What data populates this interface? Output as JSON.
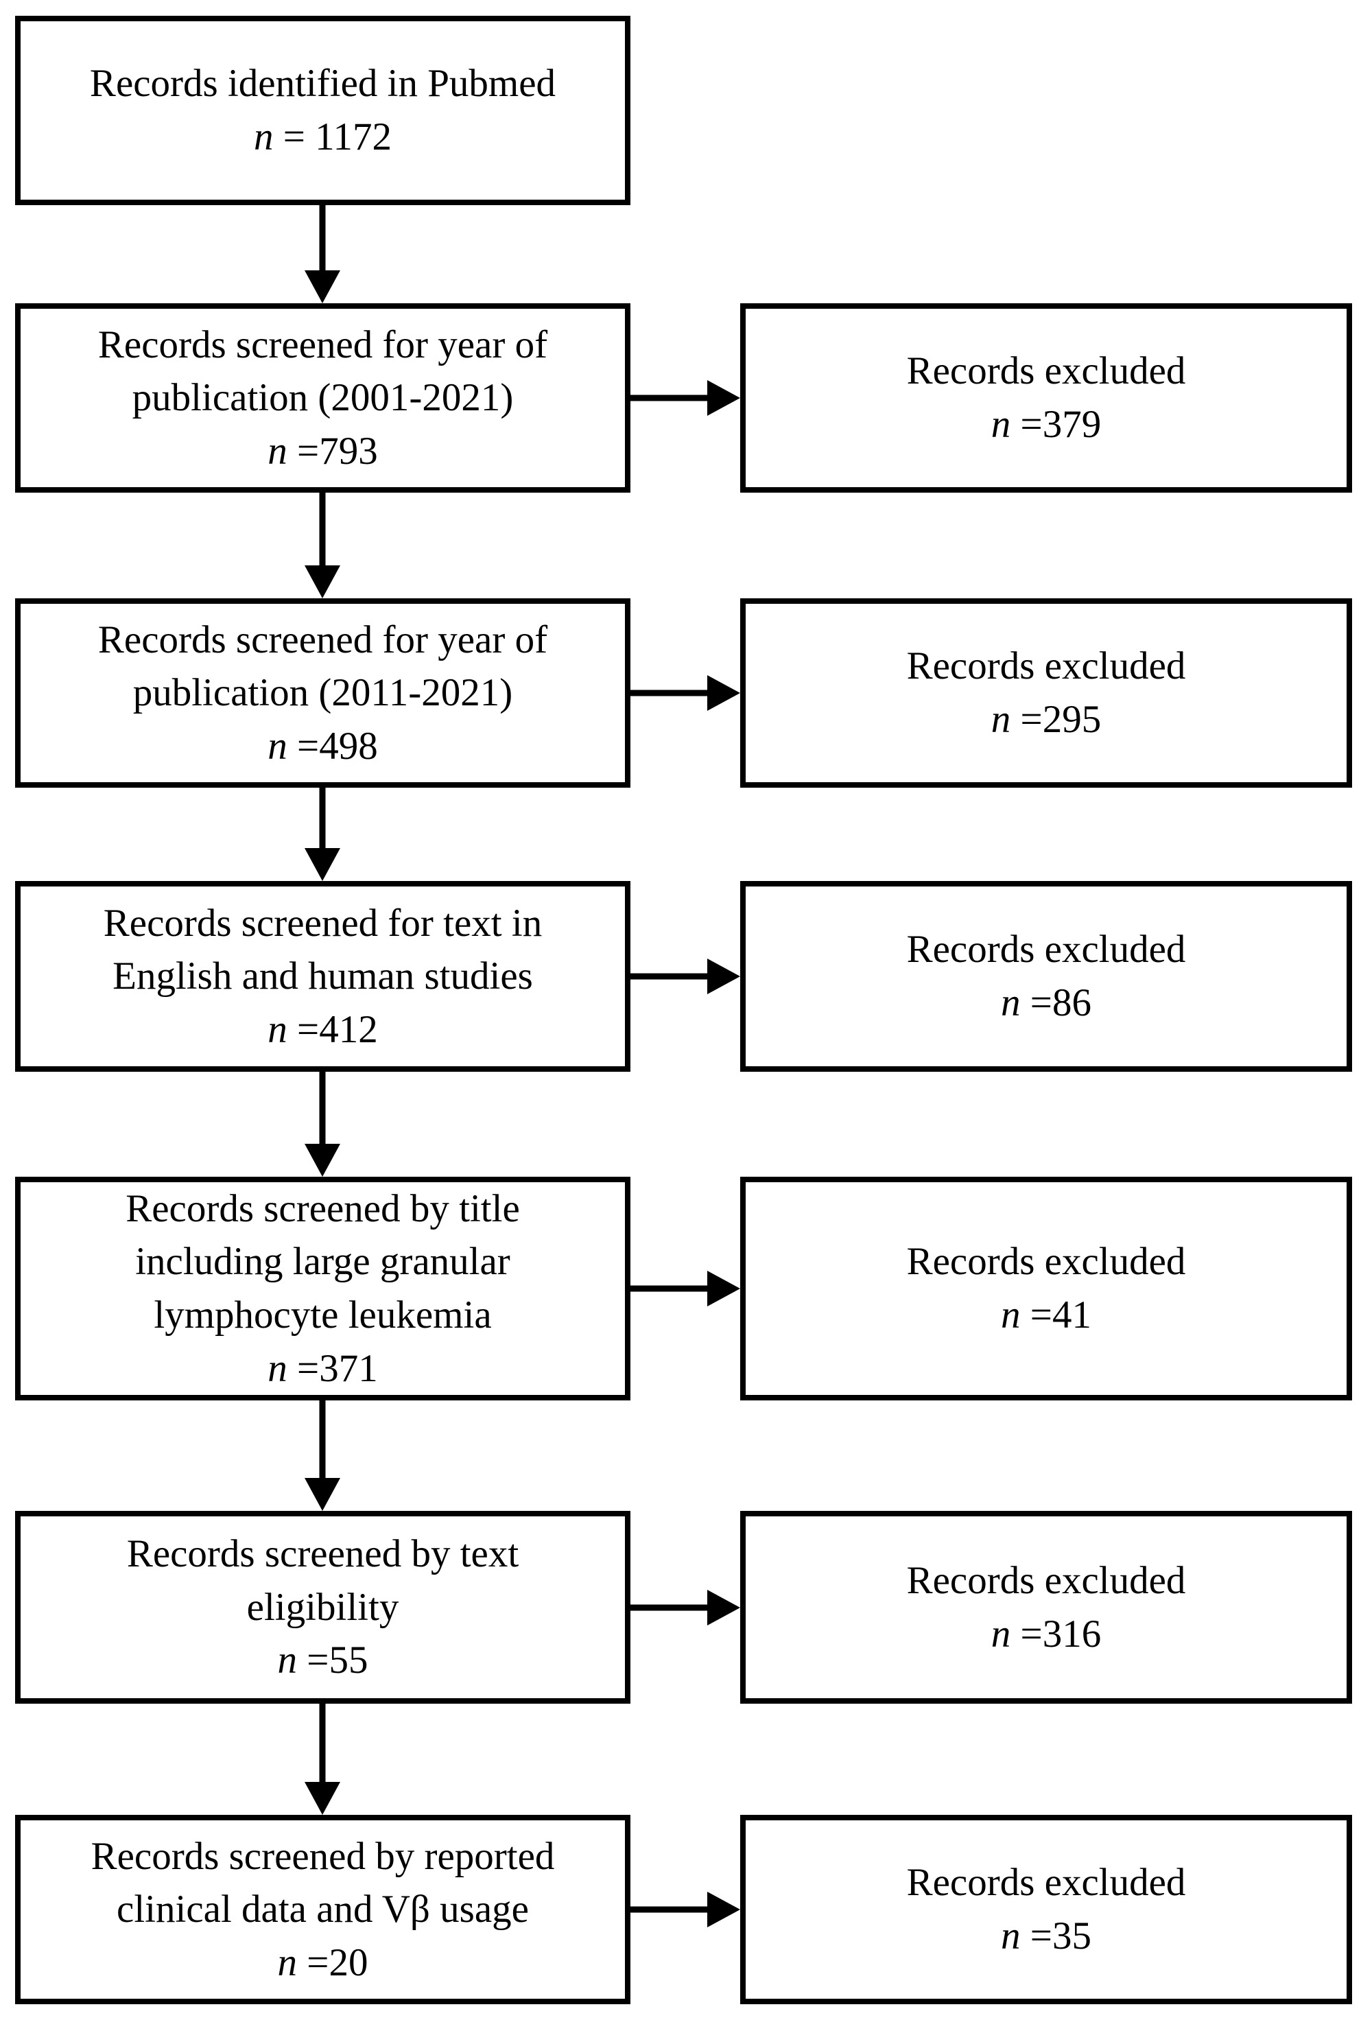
{
  "colors": {
    "box_border": "#000000",
    "box_fill": "#ffffff",
    "text": "#000000"
  },
  "flowchart": {
    "rows": [
      {
        "main": {
          "lines": [
            "Records identified in Pubmed"
          ],
          "n": "n",
          "count": " = 1172"
        }
      },
      {
        "main": {
          "lines": [
            "Records screened for year of",
            "publication (2001-2021)"
          ],
          "n": "n",
          "count": " =793"
        },
        "excluded": {
          "lines": [
            "Records excluded"
          ],
          "n": "n",
          "count": " =379"
        }
      },
      {
        "main": {
          "lines": [
            "Records screened for year of",
            "publication (2011-2021)"
          ],
          "n": "n",
          "count": " =498"
        },
        "excluded": {
          "lines": [
            "Records excluded"
          ],
          "n": "n",
          "count": " =295"
        }
      },
      {
        "main": {
          "lines": [
            "Records screened for text in",
            "English and human studies"
          ],
          "n": "n",
          "count": " =412"
        },
        "excluded": {
          "lines": [
            "Records excluded"
          ],
          "n": "n",
          "count": " =86"
        }
      },
      {
        "main": {
          "lines": [
            "Records screened by title",
            "including large granular",
            "lymphocyte leukemia"
          ],
          "n": "n",
          "count": " =371"
        },
        "excluded": {
          "lines": [
            "Records excluded"
          ],
          "n": "n",
          "count": " =41"
        }
      },
      {
        "main": {
          "lines": [
            "Records screened by text",
            "eligibility"
          ],
          "n": "n",
          "count": " =55"
        },
        "excluded": {
          "lines": [
            "Records excluded"
          ],
          "n": "n",
          "count": " =316"
        }
      },
      {
        "main": {
          "lines": [
            "Records screened by reported",
            "clinical data and Vβ usage"
          ],
          "n": "n",
          "count": " =20"
        },
        "excluded": {
          "lines": [
            "Records excluded"
          ],
          "n": "n",
          "count": " =35"
        }
      }
    ]
  }
}
